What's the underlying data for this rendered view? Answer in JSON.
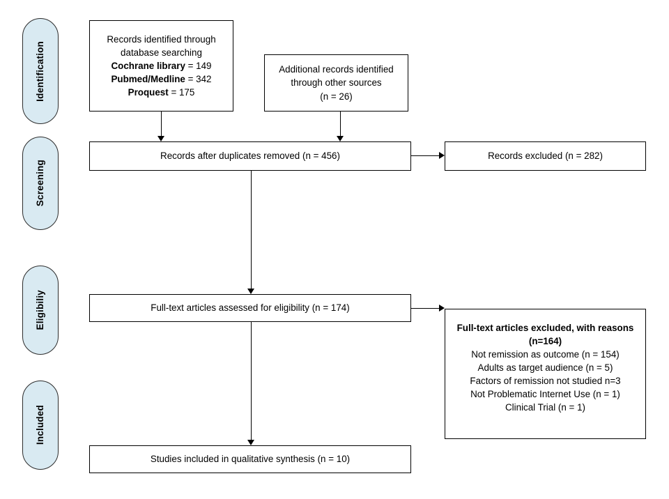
{
  "diagram": {
    "title": "PRISMA flow diagram",
    "accent_color": "#d9eaf2",
    "border_color": "#000000",
    "stages": [
      {
        "id": "identification",
        "label": "Identification"
      },
      {
        "id": "screening",
        "label": "Screening"
      },
      {
        "id": "eligibility",
        "label": "Eligibiliy"
      },
      {
        "id": "included",
        "label": "Included"
      }
    ],
    "boxes": {
      "records_identified": {
        "lines": [
          {
            "text": "Records identified through",
            "bold": false
          },
          {
            "text": "database searching",
            "bold": false
          }
        ],
        "sources": [
          {
            "name": "Cochrane library",
            "value": "= 149"
          },
          {
            "name": "Pubmed/Medline",
            "value": "= 342"
          },
          {
            "name": "Proquest",
            "value": "= 175"
          }
        ]
      },
      "additional_records": {
        "lines": [
          {
            "text": "Additional records identified"
          },
          {
            "text": "through other sources"
          },
          {
            "text": "(n = 26)"
          }
        ]
      },
      "duplicates_removed": {
        "lines": [
          {
            "text": "Records after duplicates removed (n = 456)"
          }
        ]
      },
      "records_excluded": {
        "lines": [
          {
            "text": "Records excluded (n = 282)"
          }
        ]
      },
      "fulltext_assessed": {
        "lines": [
          {
            "text": "Full-text articles assessed for eligibility (n = 174)"
          }
        ]
      },
      "fulltext_excluded": {
        "heading": [
          {
            "text": "Full-text articles excluded, with reasons"
          },
          {
            "text": "(n=164)"
          }
        ],
        "reasons": [
          "Not remission as outcome (n = 154)",
          "Adults as target audience (n = 5)",
          "Factors of remission not studied n=3",
          "Not Problematic Internet Use (n = 1)",
          "Clinical Trial (n = 1)"
        ]
      },
      "studies_included": {
        "lines": [
          {
            "text": "Studies included in qualitative synthesis (n = 10)"
          }
        ]
      }
    }
  }
}
